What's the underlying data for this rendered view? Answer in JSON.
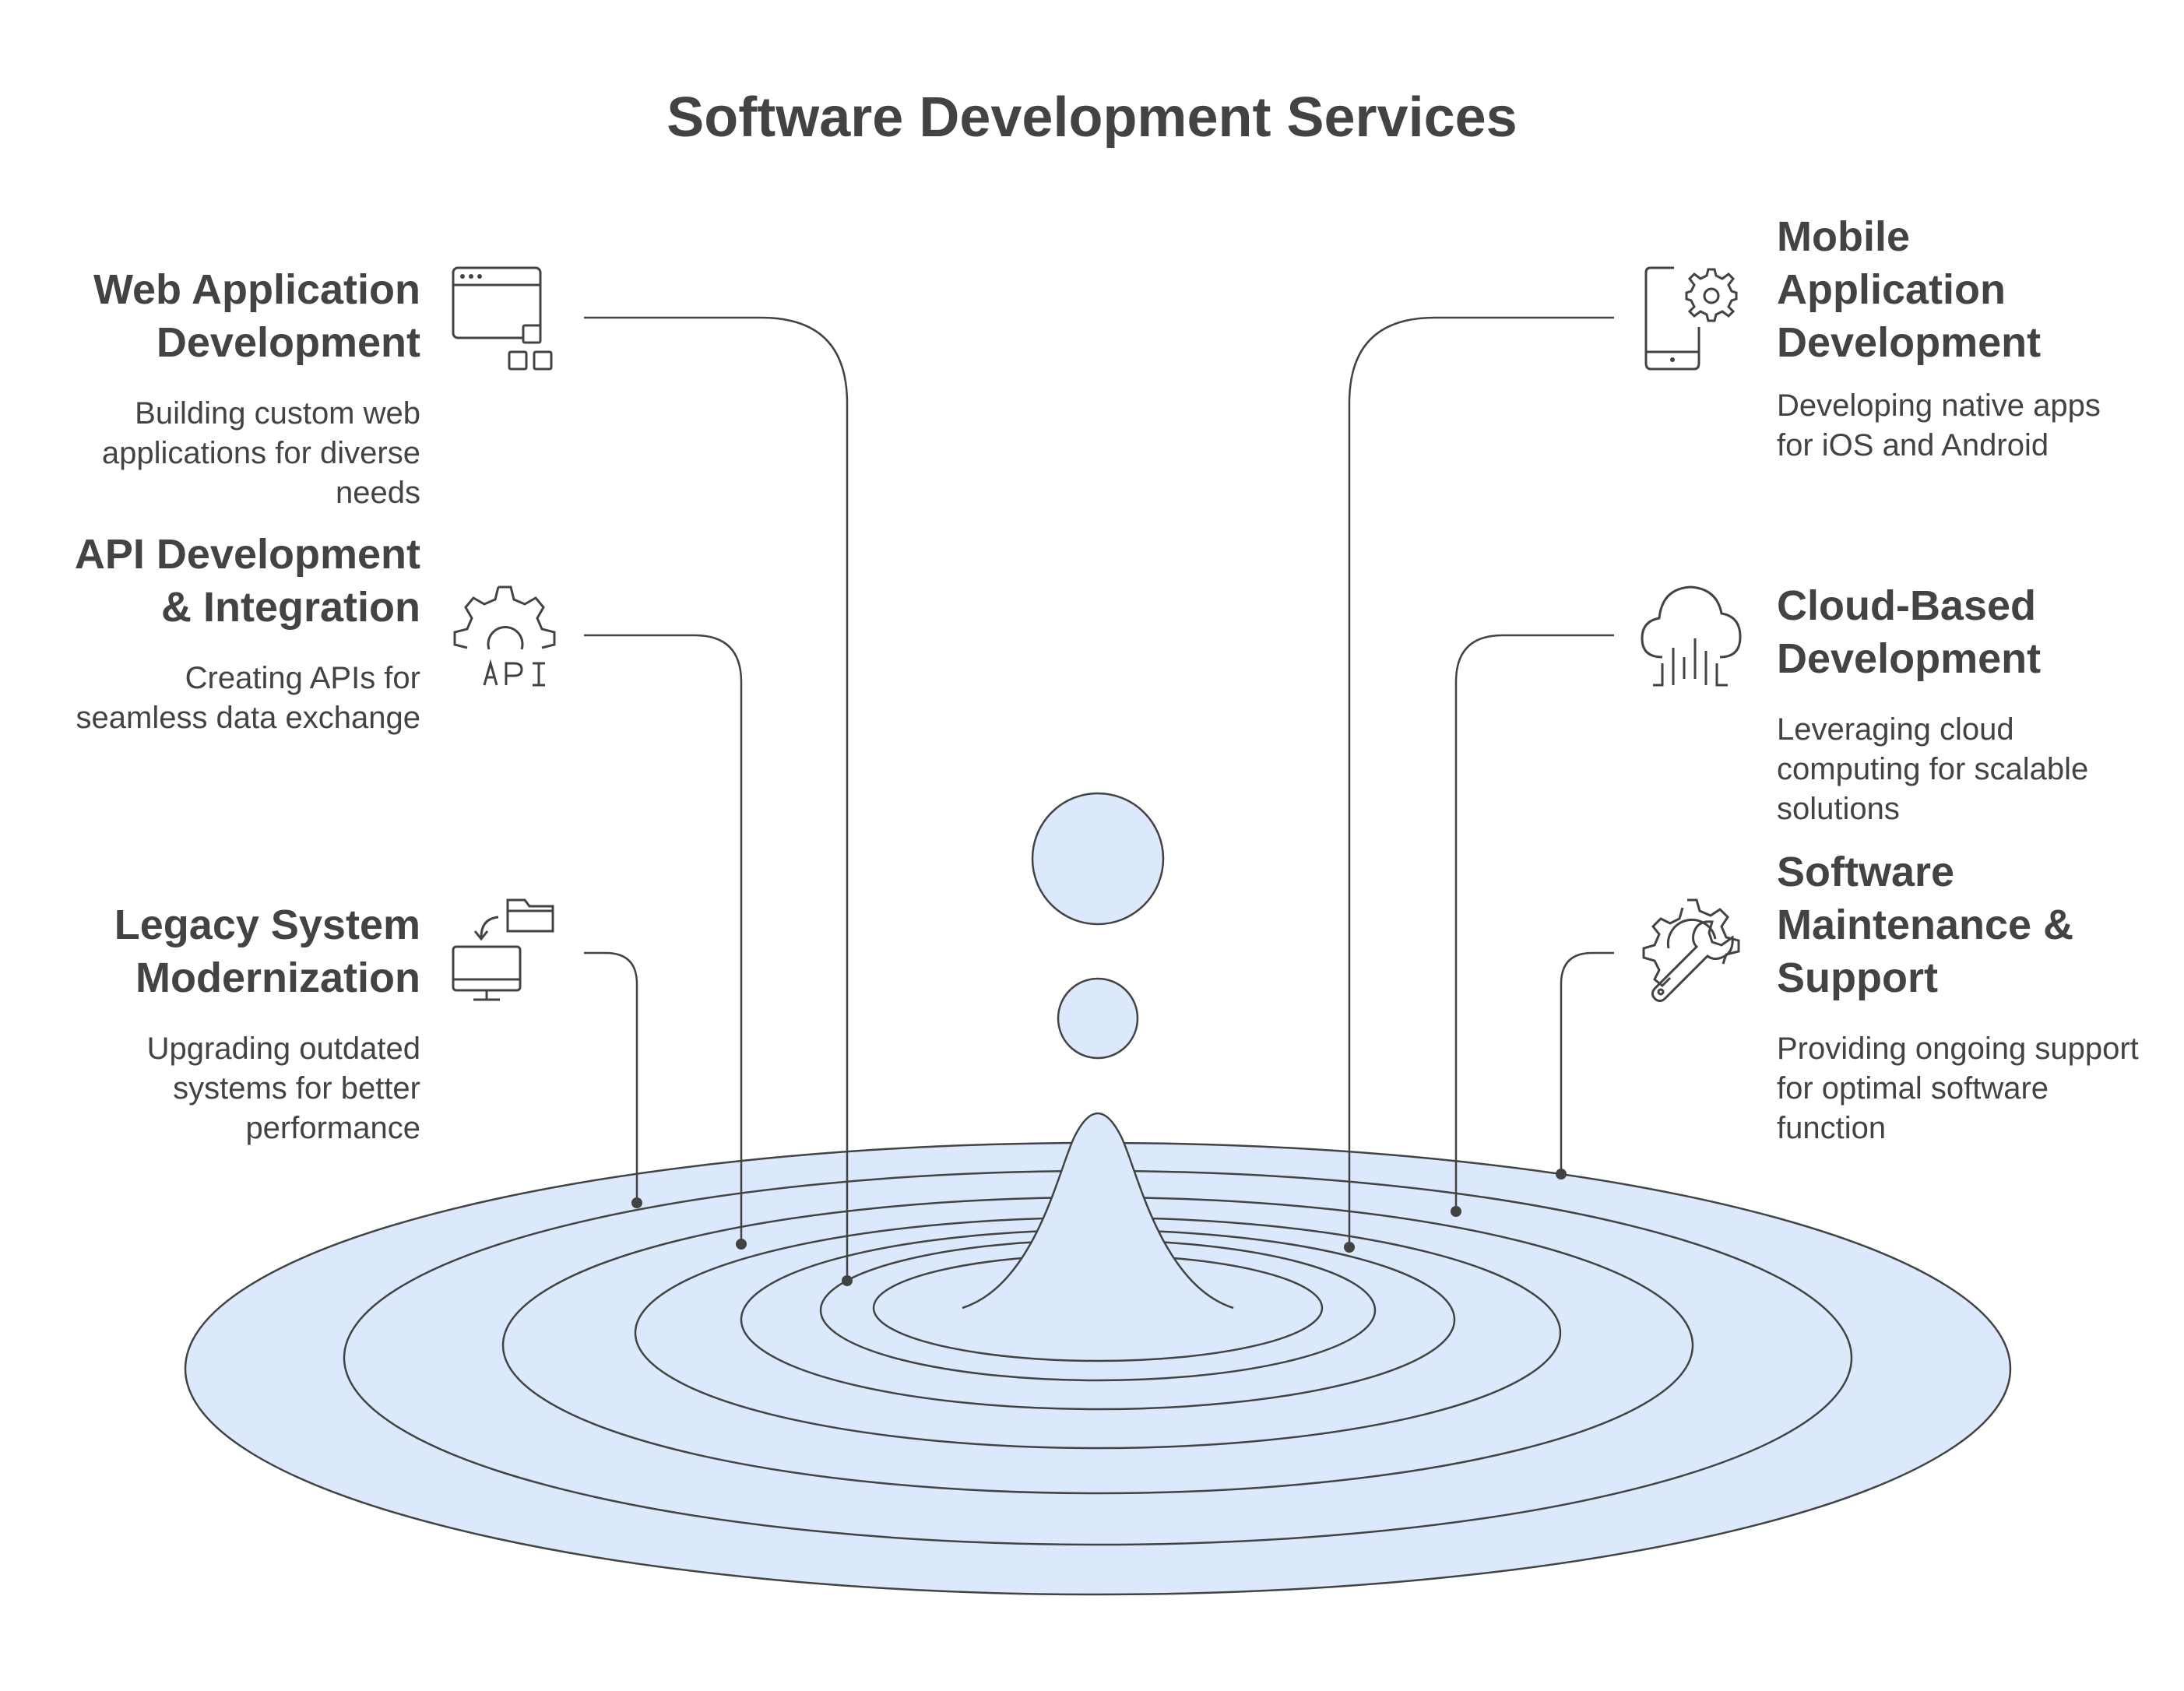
{
  "title": "Software Development Services",
  "colors": {
    "ink": "#434343",
    "fill": "#dce8fc",
    "background": "#ffffff"
  },
  "services": [
    {
      "side": "left",
      "icon": "web-browser-icon",
      "title": "Web Application Development",
      "description": "Building custom web applications for diverse needs"
    },
    {
      "side": "left",
      "icon": "api-gear-icon",
      "title": "API Development & Integration",
      "description": "Creating APIs for seamless data exchange"
    },
    {
      "side": "left",
      "icon": "legacy-monitor-folder-icon",
      "title": "Legacy System Modernization",
      "description": "Upgrading outdated systems for better performance"
    },
    {
      "side": "right",
      "icon": "mobile-gear-icon",
      "title": "Mobile Application Development",
      "description": "Developing native apps for iOS and Android"
    },
    {
      "side": "right",
      "icon": "cloud-circuit-icon",
      "title": "Cloud-Based Development",
      "description": "Leveraging cloud computing for scalable solutions"
    },
    {
      "side": "right",
      "icon": "wrench-gear-icon",
      "title": "Software Maintenance & Support",
      "description": "Providing ongoing support for optimal software function"
    }
  ]
}
